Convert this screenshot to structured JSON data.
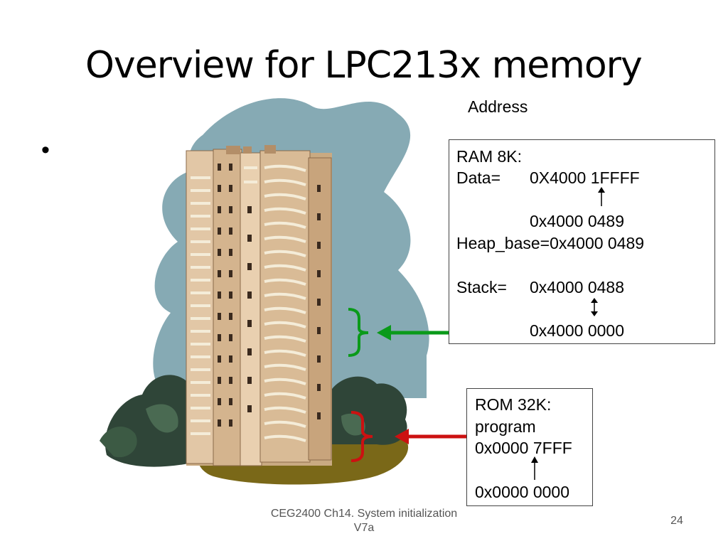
{
  "title": "Overview for LPC213x memory",
  "bullet": "•",
  "address_label": "Address",
  "ram": {
    "heading": "RAM 8K:",
    "data_label": "Data=",
    "data_top": "0X4000 1FFFF",
    "data_bottom": "0x4000 0489",
    "heap": "Heap_base=0x4000 0489",
    "stack_label": "Stack=",
    "stack_top": "0x4000 0488",
    "stack_bottom": "0x4000 0000"
  },
  "rom": {
    "heading": "ROM 32K:",
    "program": "program",
    "top": "0x0000 7FFF",
    "bottom": "0x0000 0000"
  },
  "footer": {
    "course_line1": "CEG2400 Ch14. System initialization",
    "course_line2": "V7a",
    "page_number": "24"
  },
  "colors": {
    "ram_marker": "#0a9a1a",
    "rom_marker": "#cc1111",
    "sky": "#86aab4",
    "building": "#d7b996"
  },
  "icons": {
    "illustration": "apartment-tower-clipart"
  }
}
